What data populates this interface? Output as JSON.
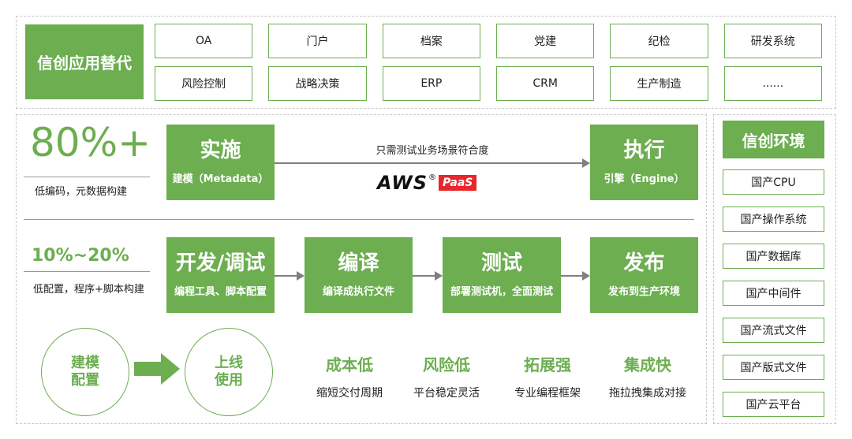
{
  "top": {
    "title": "信创应用替代",
    "row1": [
      "OA",
      "门户",
      "档案",
      "党建",
      "纪检",
      "研发系统"
    ],
    "row2": [
      "风险控制",
      "战略决策",
      "ERP",
      "CRM",
      "生产制造",
      "......"
    ]
  },
  "main": {
    "stat1": {
      "value": "80%+",
      "note": "低编码，元数据构建"
    },
    "stat2": {
      "value": "10%~20%",
      "note": "低配置，程序+脚本构建"
    },
    "impl": {
      "title": "实施",
      "sub": "建模（Metadata）"
    },
    "exec": {
      "title": "执行",
      "sub": "引擎（Engine）"
    },
    "arrow_label": "只需测试业务场景符合度",
    "logo": {
      "aws": "AWS",
      "reg": "®",
      "paas": "PaaS",
      "paas_color": "#e8262b"
    },
    "stages": [
      {
        "title": "开发/调试",
        "sub": "编程工具、脚本配置"
      },
      {
        "title": "编译",
        "sub": "编译成执行文件"
      },
      {
        "title": "测试",
        "sub": "部署测试机，全面测试"
      },
      {
        "title": "发布",
        "sub": "发布到生产环境"
      }
    ],
    "circle_left": {
      "line1": "建模",
      "line2": "配置"
    },
    "circle_right": {
      "line1": "上线",
      "line2": "使用"
    },
    "features": [
      {
        "title": "成本低",
        "desc": "缩短交付周期"
      },
      {
        "title": "风险低",
        "desc": "平台稳定灵活"
      },
      {
        "title": "拓展强",
        "desc": "专业编程框架"
      },
      {
        "title": "集成快",
        "desc": "拖拉拽集成对接"
      }
    ]
  },
  "env": {
    "title": "信创环境",
    "items": [
      "国产CPU",
      "国产操作系统",
      "国产数据库",
      "国产中间件",
      "国产流式文件",
      "国产版式文件",
      "国产云平台"
    ]
  },
  "colors": {
    "accent": "#6cae50",
    "arrow": "#7f7f7f"
  }
}
